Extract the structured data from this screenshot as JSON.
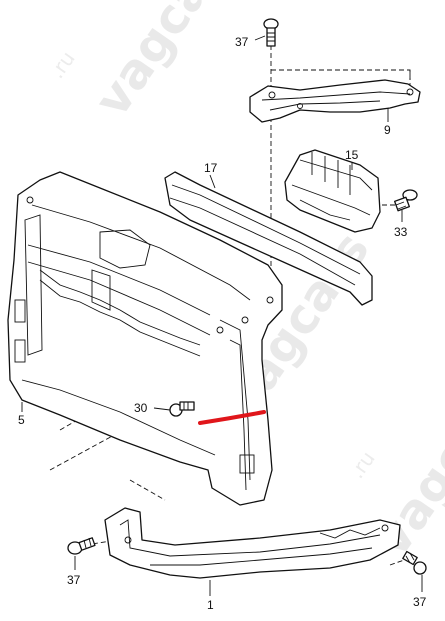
{
  "watermark": {
    "text": "vagcats",
    "domain": ".ru"
  },
  "callouts": [
    {
      "id": "c37a",
      "label": "37"
    },
    {
      "id": "c9",
      "label": "9"
    },
    {
      "id": "c15",
      "label": "15"
    },
    {
      "id": "c17",
      "label": "17"
    },
    {
      "id": "c33",
      "label": "33"
    },
    {
      "id": "c5",
      "label": "5"
    },
    {
      "id": "c30",
      "label": "30"
    },
    {
      "id": "c37b",
      "label": "37"
    },
    {
      "id": "c1",
      "label": "1"
    },
    {
      "id": "c37c",
      "label": "37"
    }
  ],
  "colors": {
    "line": "#111111",
    "highlight": "#e0161b",
    "watermark": "#e9e9e9"
  }
}
